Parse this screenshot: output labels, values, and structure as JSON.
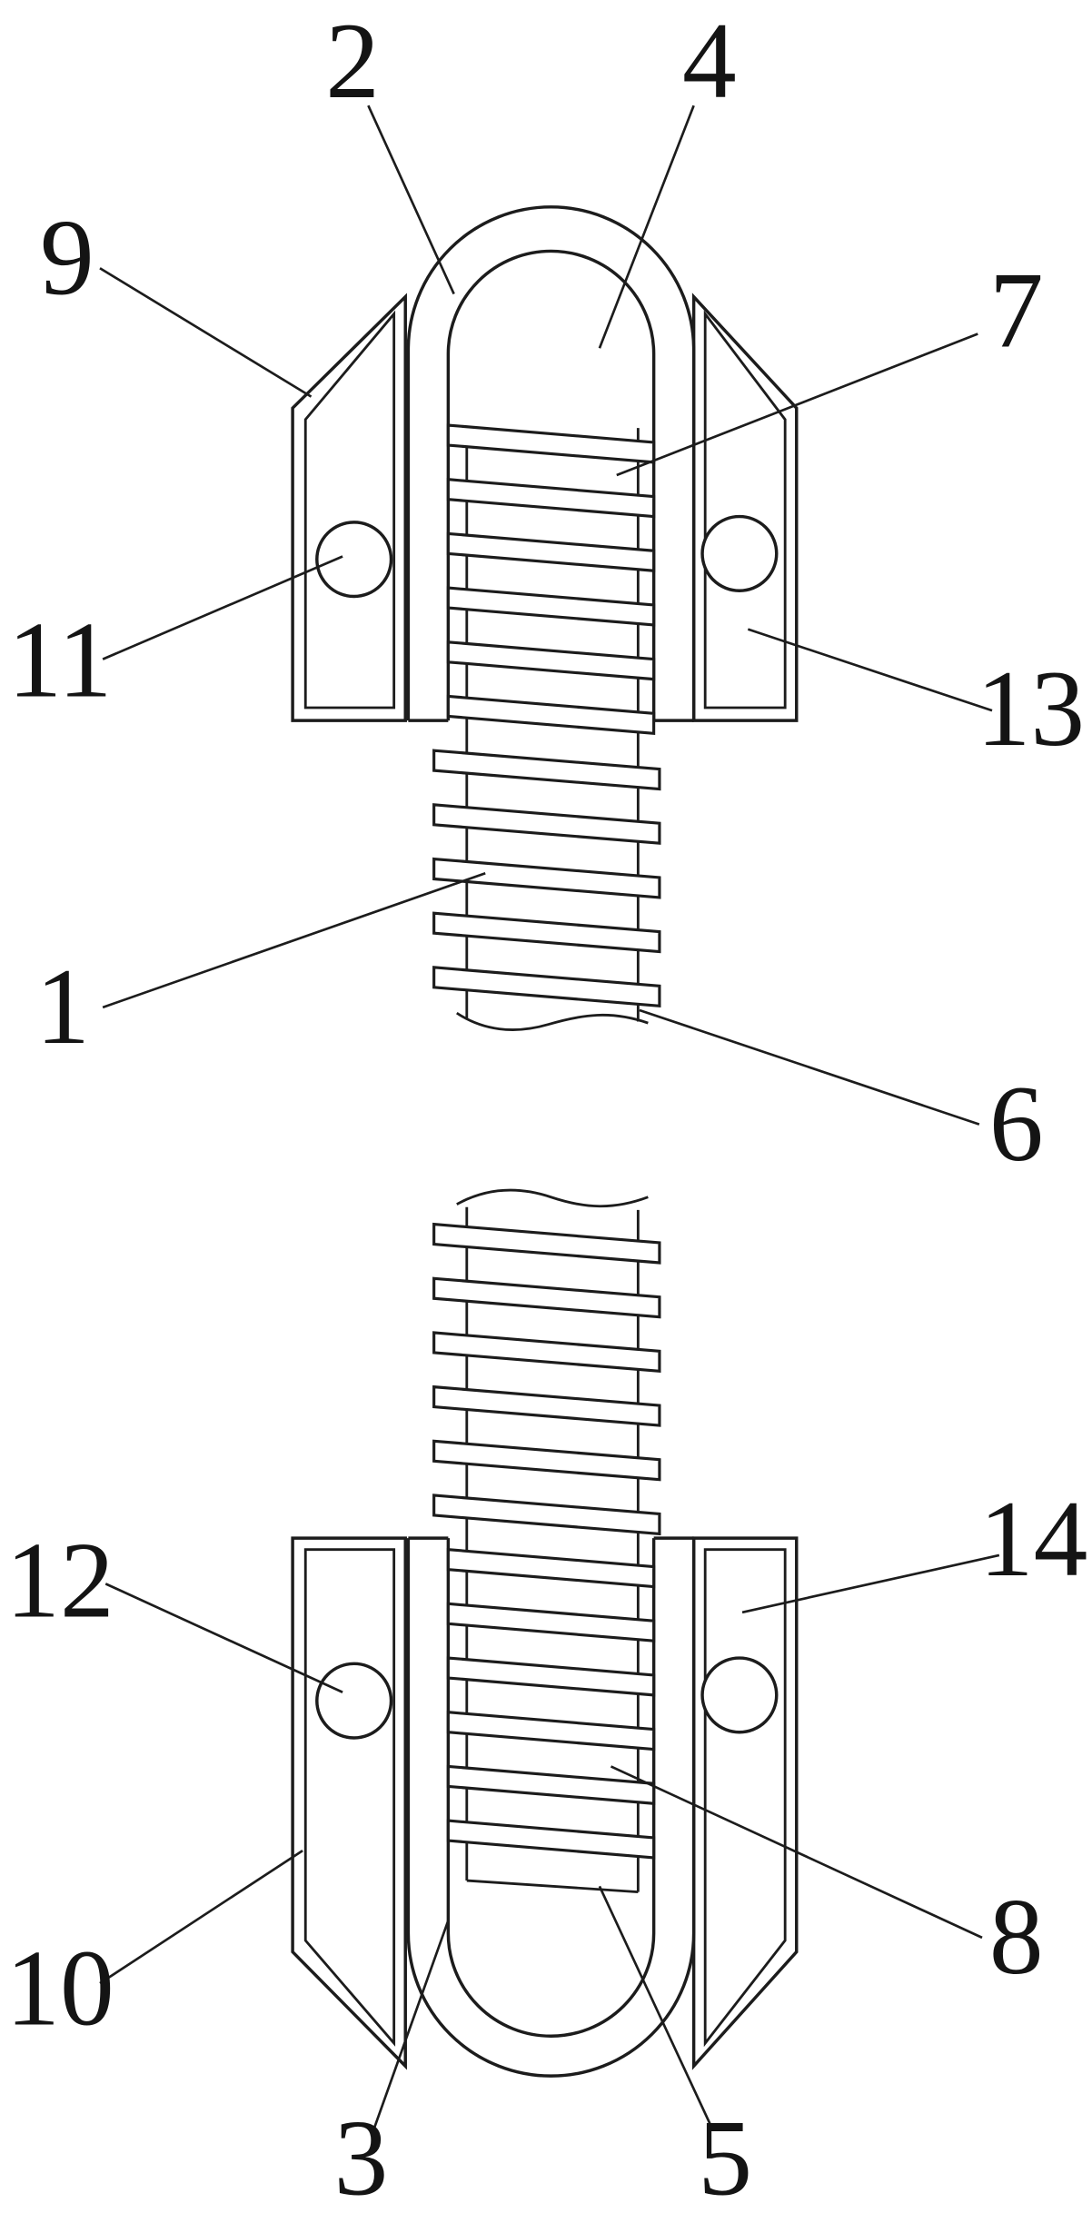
{
  "figure": {
    "background": "#ffffff",
    "line_color": "#1c1c1c",
    "stipple_color": "#999999",
    "callouts": {
      "c1": "1",
      "c2": "2",
      "c3": "3",
      "c4": "4",
      "c5": "5",
      "c6": "6",
      "c7": "7",
      "c8": "8",
      "c9": "9",
      "c10": "10",
      "c11": "11",
      "c12": "12",
      "c13": "13",
      "c14": "14"
    }
  }
}
